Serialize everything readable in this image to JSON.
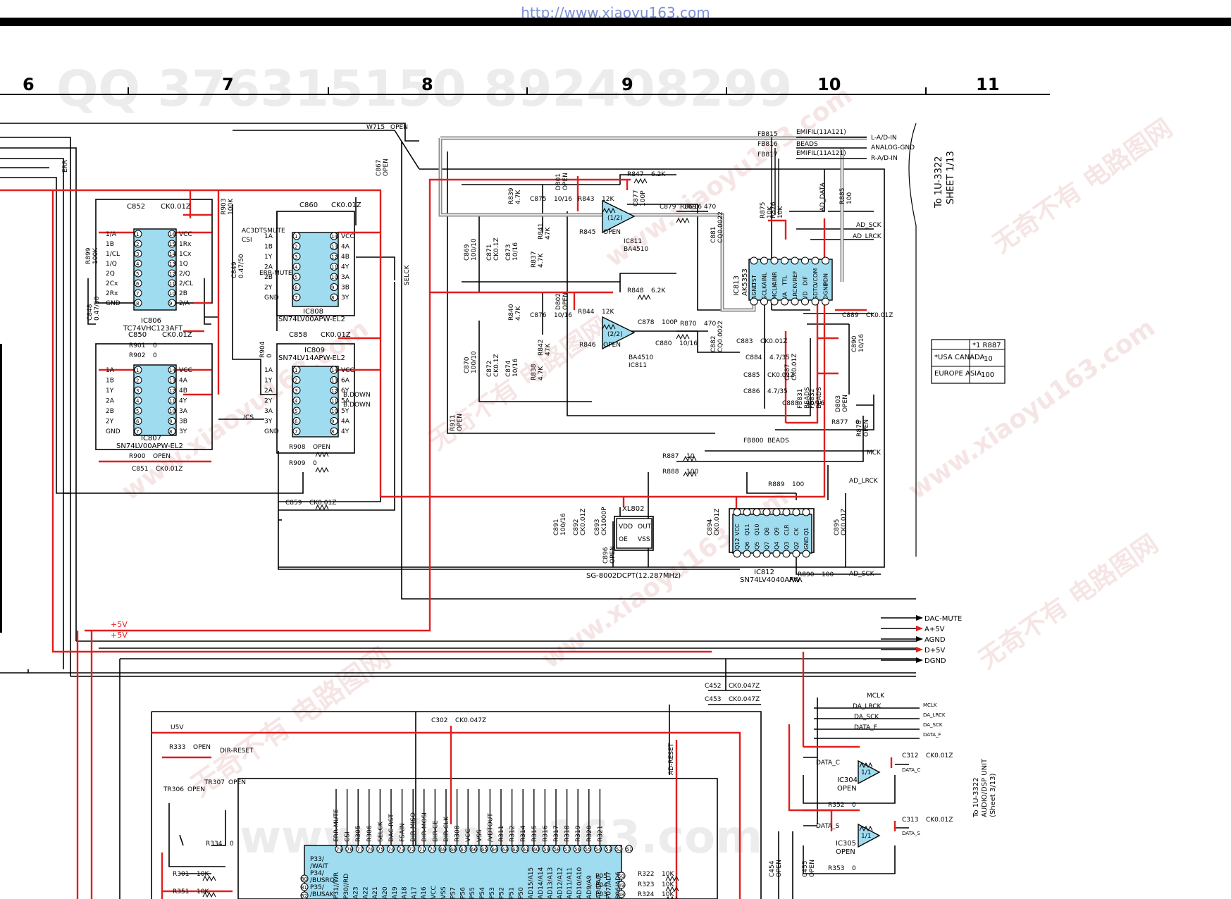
{
  "header": {
    "url": "http://www.xiaoyu163.com",
    "columns": [
      "6",
      "7",
      "8",
      "9",
      "10",
      "11"
    ],
    "watermark_digits": "QQ 376315150 892408299",
    "watermark_cn": "无奇不有 电路图网",
    "watermark_site": "www.xiaoyu163.com"
  },
  "colors": {
    "red_net": "#e01f1f",
    "black_net": "#000000",
    "gray_bus": "#8c8c8c",
    "ic_fill": "#9fdcf0"
  },
  "ics": {
    "ic806": {
      "ref": "IC806",
      "part": "TC74VHC123AFT",
      "cap_label": "C852",
      "cap_value": "CK0.01Z",
      "left_pins": [
        "1/A",
        "1B",
        "1/CL",
        "1/Q",
        "2Q",
        "2Cx",
        "2Rx",
        "GND"
      ],
      "right_pins": [
        "VCC",
        "1Rx",
        "1Cx",
        "1Q",
        "2/Q",
        "2/CL",
        "2B",
        "2/A"
      ],
      "left_nums": [
        "1",
        "2",
        "3",
        "4",
        "5",
        "6",
        "7",
        "8"
      ],
      "right_nums": [
        "16",
        "15",
        "14",
        "13",
        "12",
        "11",
        "10",
        "9"
      ]
    },
    "ic807": {
      "ref": "IC807",
      "part": "SN74LV00APW-EL2",
      "cap_label": "C850",
      "cap_value": "CK0.01Z",
      "left_pins": [
        "1A",
        "1B",
        "1Y",
        "2A",
        "2B",
        "2Y",
        "GND"
      ],
      "right_pins": [
        "VCC",
        "4A",
        "4B",
        "4Y",
        "3A",
        "3B",
        "3Y"
      ],
      "left_nums": [
        "1",
        "2",
        "3",
        "4",
        "5",
        "6",
        "7"
      ],
      "right_nums": [
        "14",
        "13",
        "12",
        "11",
        "10",
        "9",
        "8"
      ]
    },
    "ic808": {
      "ref": "IC808",
      "part": "SN74LV00APW-EL2",
      "cap_label": "C860",
      "cap_value": "CK0.01Z",
      "left_pins": [
        "1A",
        "1B",
        "1Y",
        "2A",
        "2B",
        "2Y",
        "GND"
      ],
      "right_pins": [
        "VCC",
        "4A",
        "4B",
        "4Y",
        "3A",
        "3B",
        "3Y"
      ],
      "left_nums": [
        "1",
        "2",
        "3",
        "4",
        "5",
        "6",
        "7"
      ],
      "right_nums": [
        "14",
        "13",
        "12",
        "11",
        "10",
        "9",
        "8"
      ]
    },
    "ic809": {
      "ref": "IC809",
      "part": "SN74LV14APW-EL2",
      "cap_label": "C858",
      "cap_value": "CK0.01Z",
      "left_pins": [
        "1A",
        "1Y",
        "2A",
        "2Y",
        "3A",
        "3Y",
        "GND"
      ],
      "right_pins": [
        "VCC",
        "6A",
        "6Y",
        "5A",
        "5Y",
        "4A",
        "4Y"
      ],
      "left_nums": [
        "1",
        "2",
        "3",
        "4",
        "5",
        "6",
        "7"
      ],
      "right_nums": [
        "14",
        "13",
        "12",
        "11",
        "10",
        "9",
        "8"
      ]
    },
    "ic811a": {
      "ref": "IC811",
      "part": "BA4510",
      "unit": "(1/2)"
    },
    "ic811b": {
      "ref": "IC811",
      "part": "BA4510",
      "unit": "(2/2)"
    },
    "ic813": {
      "ref": "IC813",
      "part": "AK5353",
      "pins": [
        "TST",
        "AINL",
        "AINR",
        "TTL",
        "VREF",
        "DIF",
        "VCOM",
        "PDN",
        "AGND",
        "SCLK",
        "MCLK",
        "VA",
        "LRCK",
        "VD",
        "SDTO",
        "DGND"
      ]
    },
    "ic812": {
      "ref": "IC812",
      "part": "SN74LV4040APW",
      "pins_top": [
        "VCC",
        "Q11",
        "Q10",
        "Q8",
        "Q9",
        "CLR",
        "CK",
        "Q1"
      ],
      "pins_bottom": [
        "Q12",
        "Q6",
        "Q5",
        "Q7",
        "Q4",
        "Q3",
        "Q2",
        "GND"
      ]
    },
    "xl802": {
      "ref": "XL802",
      "part": "SG-8002DCPT(12.287MHz)",
      "pins": [
        "VDD",
        "OUT",
        "OE",
        "VSS"
      ]
    },
    "ic304": {
      "ref": "IC304",
      "value": "OPEN",
      "unit": "1/1"
    },
    "ic305": {
      "ref": "IC305",
      "value": "OPEN",
      "unit": "1/1"
    }
  },
  "parts": [
    {
      "ref": "W715",
      "value": "OPEN"
    },
    {
      "ref": "C867",
      "value": "OPEN"
    },
    {
      "ref": "R903",
      "value": "100K"
    },
    {
      "ref": "C849",
      "value": "0.47/50"
    },
    {
      "ref": "R899",
      "value": "100K"
    },
    {
      "ref": "C848",
      "value": "0.47/50"
    },
    {
      "ref": "R901",
      "value": "0"
    },
    {
      "ref": "R902",
      "value": "0"
    },
    {
      "ref": "R900",
      "value": "OPEN"
    },
    {
      "ref": "C851",
      "value": "CK0.01Z"
    },
    {
      "ref": "R904",
      "value": "0"
    },
    {
      "ref": "R908",
      "value": "OPEN"
    },
    {
      "ref": "R909",
      "value": "0"
    },
    {
      "ref": "C859",
      "value": "CK0.01Z"
    },
    {
      "ref": "C875",
      "value": "10/16"
    },
    {
      "ref": "D801",
      "value": "OPEN"
    },
    {
      "ref": "R843",
      "value": "12K"
    },
    {
      "ref": "R845",
      "value": "OPEN"
    },
    {
      "ref": "R847",
      "value": "6.2K"
    },
    {
      "ref": "C877",
      "value": "100P"
    },
    {
      "ref": "C879",
      "value": "10/16"
    },
    {
      "ref": "R869",
      "value": "470"
    },
    {
      "ref": "C881",
      "value": "CQ0.0022"
    },
    {
      "ref": "R839",
      "value": "4.7K"
    },
    {
      "ref": "R841",
      "value": "47K"
    },
    {
      "ref": "C869",
      "value": "100/10"
    },
    {
      "ref": "C871",
      "value": "CK0.1Z"
    },
    {
      "ref": "C873",
      "value": "10/16"
    },
    {
      "ref": "R837",
      "value": "4.7K"
    },
    {
      "ref": "R840",
      "value": "4.7K"
    },
    {
      "ref": "C876",
      "value": "10/16"
    },
    {
      "ref": "D802",
      "value": "OPEN"
    },
    {
      "ref": "R844",
      "value": "12K"
    },
    {
      "ref": "R846",
      "value": "OPEN"
    },
    {
      "ref": "R848",
      "value": "6.2K"
    },
    {
      "ref": "C878",
      "value": "100P"
    },
    {
      "ref": "R870",
      "value": "470"
    },
    {
      "ref": "C880",
      "value": "10/16"
    },
    {
      "ref": "C882",
      "value": "CQ0.0022"
    },
    {
      "ref": "R842",
      "value": "47K"
    },
    {
      "ref": "C870",
      "value": "100/10"
    },
    {
      "ref": "C872",
      "value": "CK0.1Z"
    },
    {
      "ref": "C874",
      "value": "10/16"
    },
    {
      "ref": "R838",
      "value": "4.7K"
    },
    {
      "ref": "R911",
      "value": "OPEN"
    },
    {
      "ref": "R875",
      "value": "10K"
    },
    {
      "ref": "R876",
      "value": "10K"
    },
    {
      "ref": "R885",
      "value": "100"
    },
    {
      "ref": "C883",
      "value": "CK0.01Z"
    },
    {
      "ref": "C884",
      "value": "4.7/35"
    },
    {
      "ref": "C885",
      "value": "CK0.01Z"
    },
    {
      "ref": "C886",
      "value": "4.7/35"
    },
    {
      "ref": "C887",
      "value": "CK0.01Z"
    },
    {
      "ref": "C888",
      "value": "10/16"
    },
    {
      "ref": "C889",
      "value": "CK0.01Z"
    },
    {
      "ref": "C890",
      "value": "10/16"
    },
    {
      "ref": "FB831",
      "value": "BEADS"
    },
    {
      "ref": "FB832",
      "value": "BEADS"
    },
    {
      "ref": "D803",
      "value": "OPEN"
    },
    {
      "ref": "R877",
      "value": "0"
    },
    {
      "ref": "R878",
      "value": "OPEN"
    },
    {
      "ref": "FB800",
      "value": "BEADS"
    },
    {
      "ref": "R887",
      "value": "10"
    },
    {
      "ref": "R888",
      "value": "100"
    },
    {
      "ref": "R889",
      "value": "100"
    },
    {
      "ref": "R890",
      "value": "100"
    },
    {
      "ref": "C891",
      "value": "100/16"
    },
    {
      "ref": "C892",
      "value": "CK0.01Z"
    },
    {
      "ref": "C893",
      "value": "CK1000P"
    },
    {
      "ref": "C894",
      "value": "CK0.01Z"
    },
    {
      "ref": "C895",
      "value": "CK0.01Z"
    },
    {
      "ref": "C896",
      "value": "OPEN"
    },
    {
      "ref": "C452",
      "value": "CK0.047Z"
    },
    {
      "ref": "C453",
      "value": "CK0.047Z"
    },
    {
      "ref": "C302",
      "value": "CK0.047Z"
    },
    {
      "ref": "R333",
      "value": "OPEN"
    },
    {
      "ref": "TR306",
      "value": "OPEN"
    },
    {
      "ref": "TR307",
      "value": "OPEN"
    },
    {
      "ref": "R334",
      "value": "0"
    },
    {
      "ref": "R301",
      "value": "10K"
    },
    {
      "ref": "R351",
      "value": "10K"
    },
    {
      "ref": "R322",
      "value": "10K"
    },
    {
      "ref": "R323",
      "value": "10K"
    },
    {
      "ref": "R324",
      "value": "10K"
    },
    {
      "ref": "C312",
      "value": "CK0.01Z"
    },
    {
      "ref": "C313",
      "value": "CK0.01Z"
    },
    {
      "ref": "R352",
      "value": "0"
    },
    {
      "ref": "R353",
      "value": "0"
    },
    {
      "ref": "C454",
      "value": "OPEN"
    },
    {
      "ref": "C455",
      "value": "OPEN"
    },
    {
      "ref": "R305",
      "value": "10K"
    },
    {
      "ref": "R306",
      "value": "10K"
    },
    {
      "ref": "R308",
      "value": "10K"
    },
    {
      "ref": "R311",
      "value": "10K"
    },
    {
      "ref": "R312",
      "value": "10K"
    },
    {
      "ref": "R314",
      "value": "10K"
    },
    {
      "ref": "R315",
      "value": "10K"
    },
    {
      "ref": "R316",
      "value": "10K"
    },
    {
      "ref": "R317",
      "value": "10K"
    },
    {
      "ref": "R318",
      "value": "10K"
    },
    {
      "ref": "R319",
      "value": "10K"
    },
    {
      "ref": "R320",
      "value": "10K"
    },
    {
      "ref": "R321",
      "value": "10K"
    }
  ],
  "beads": [
    {
      "ref": "FB815",
      "value": "EMIFIL(11A121)",
      "net": "L-A/D-IN"
    },
    {
      "ref": "FB816",
      "value": "BEADS",
      "net": "ANALOG-GND"
    },
    {
      "ref": "FB817",
      "value": "EMIFIL(11A121)",
      "net": "R-A/D-IN"
    }
  ],
  "nets": {
    "left": [
      "ERR",
      "AC3DTSMUTE",
      "CSI",
      "ERR-MUTE",
      "SELCK",
      "/CS",
      "B.DOWN",
      "B.DOWN",
      "U5V",
      "DIR-RESET"
    ],
    "right": [
      "AD_DATA",
      "AD_SCK",
      "AD_LRCK",
      "MCK",
      "AD_LRCK",
      "AD_SCK",
      "MCLK",
      "DA_LRCK",
      "DA_SCK",
      "DATA_F",
      "DATA_C",
      "DATA_S",
      "AD-RESET"
    ],
    "supply": [
      "+5V",
      "+5V"
    ]
  },
  "connector_top": {
    "to": "To 1U-3322",
    "sheet": "SHEET 1/13"
  },
  "bus_out": [
    "DAC-MUTE",
    "A+5V",
    "AGND",
    "D+5V",
    "DGND"
  ],
  "bus_small": [
    "MCLK",
    "DA_LRCK",
    "DA_SCK",
    "DATA_F",
    "DATA_C",
    "DATA_S"
  ],
  "connector_bottom": {
    "to": "To 1U-3322",
    "unit": "AUDIO/DSP UNIT",
    "sheet": "(Sheet 3/13)"
  },
  "table": {
    "header_mark": "*1 R887",
    "rows": [
      {
        "dest": "*USA CANADA",
        "value": "10"
      },
      {
        "dest": "EUROPE ASIA",
        "value": "100"
      }
    ]
  },
  "cpu_pins": {
    "top_labels": [
      "ERR-MUTE",
      "CSI",
      "R305",
      "R306",
      "SELCK",
      "DAC-RST",
      "FSAIN",
      "DIR-MISO",
      "DIR-MOSI",
      "DIR-CE",
      "DIR-CLK",
      "R308",
      "VCC",
      "VSS",
      "/VDTOUT",
      "R311",
      "R312",
      "R314",
      "R315",
      "R316",
      "R317",
      "R318",
      "R319",
      "R320",
      "R321"
    ],
    "top_nums": [
      "79",
      "78",
      "77",
      "76",
      "75",
      "74",
      "73",
      "72",
      "71",
      "70",
      "69",
      "68",
      "67",
      "66",
      "65",
      "64",
      "63",
      "62",
      "61",
      "60",
      "59",
      "58",
      "57",
      "56",
      "55",
      "54",
      "53",
      "52",
      "51"
    ],
    "left_labels": [
      "P33/",
      "/WAIT",
      "P34/",
      "/BUSRQ",
      "P35/",
      "/BUSAK"
    ],
    "left_nums": [
      "80",
      "81",
      "82"
    ],
    "right_labels": [
      "P05",
      "P04",
      "P03"
    ],
    "right_nums": [
      "50",
      "49",
      "48"
    ],
    "port_labels": [
      "P31//WR",
      "P30//RD",
      "A23",
      "A22",
      "A21",
      "A20",
      "A19",
      "A18",
      "A17",
      "A16",
      "VCC",
      "VSS",
      "P57",
      "P56",
      "P55",
      "P54",
      "P53",
      "P52",
      "P51",
      "P50",
      "AD15/A15",
      "AD14/A14",
      "AD13/A13",
      "AD12/A12",
      "AD11/A11",
      "AD10/A10",
      "AD9/A9",
      "AD8/A8",
      "P07/AD7",
      "P06/AD6"
    ]
  }
}
